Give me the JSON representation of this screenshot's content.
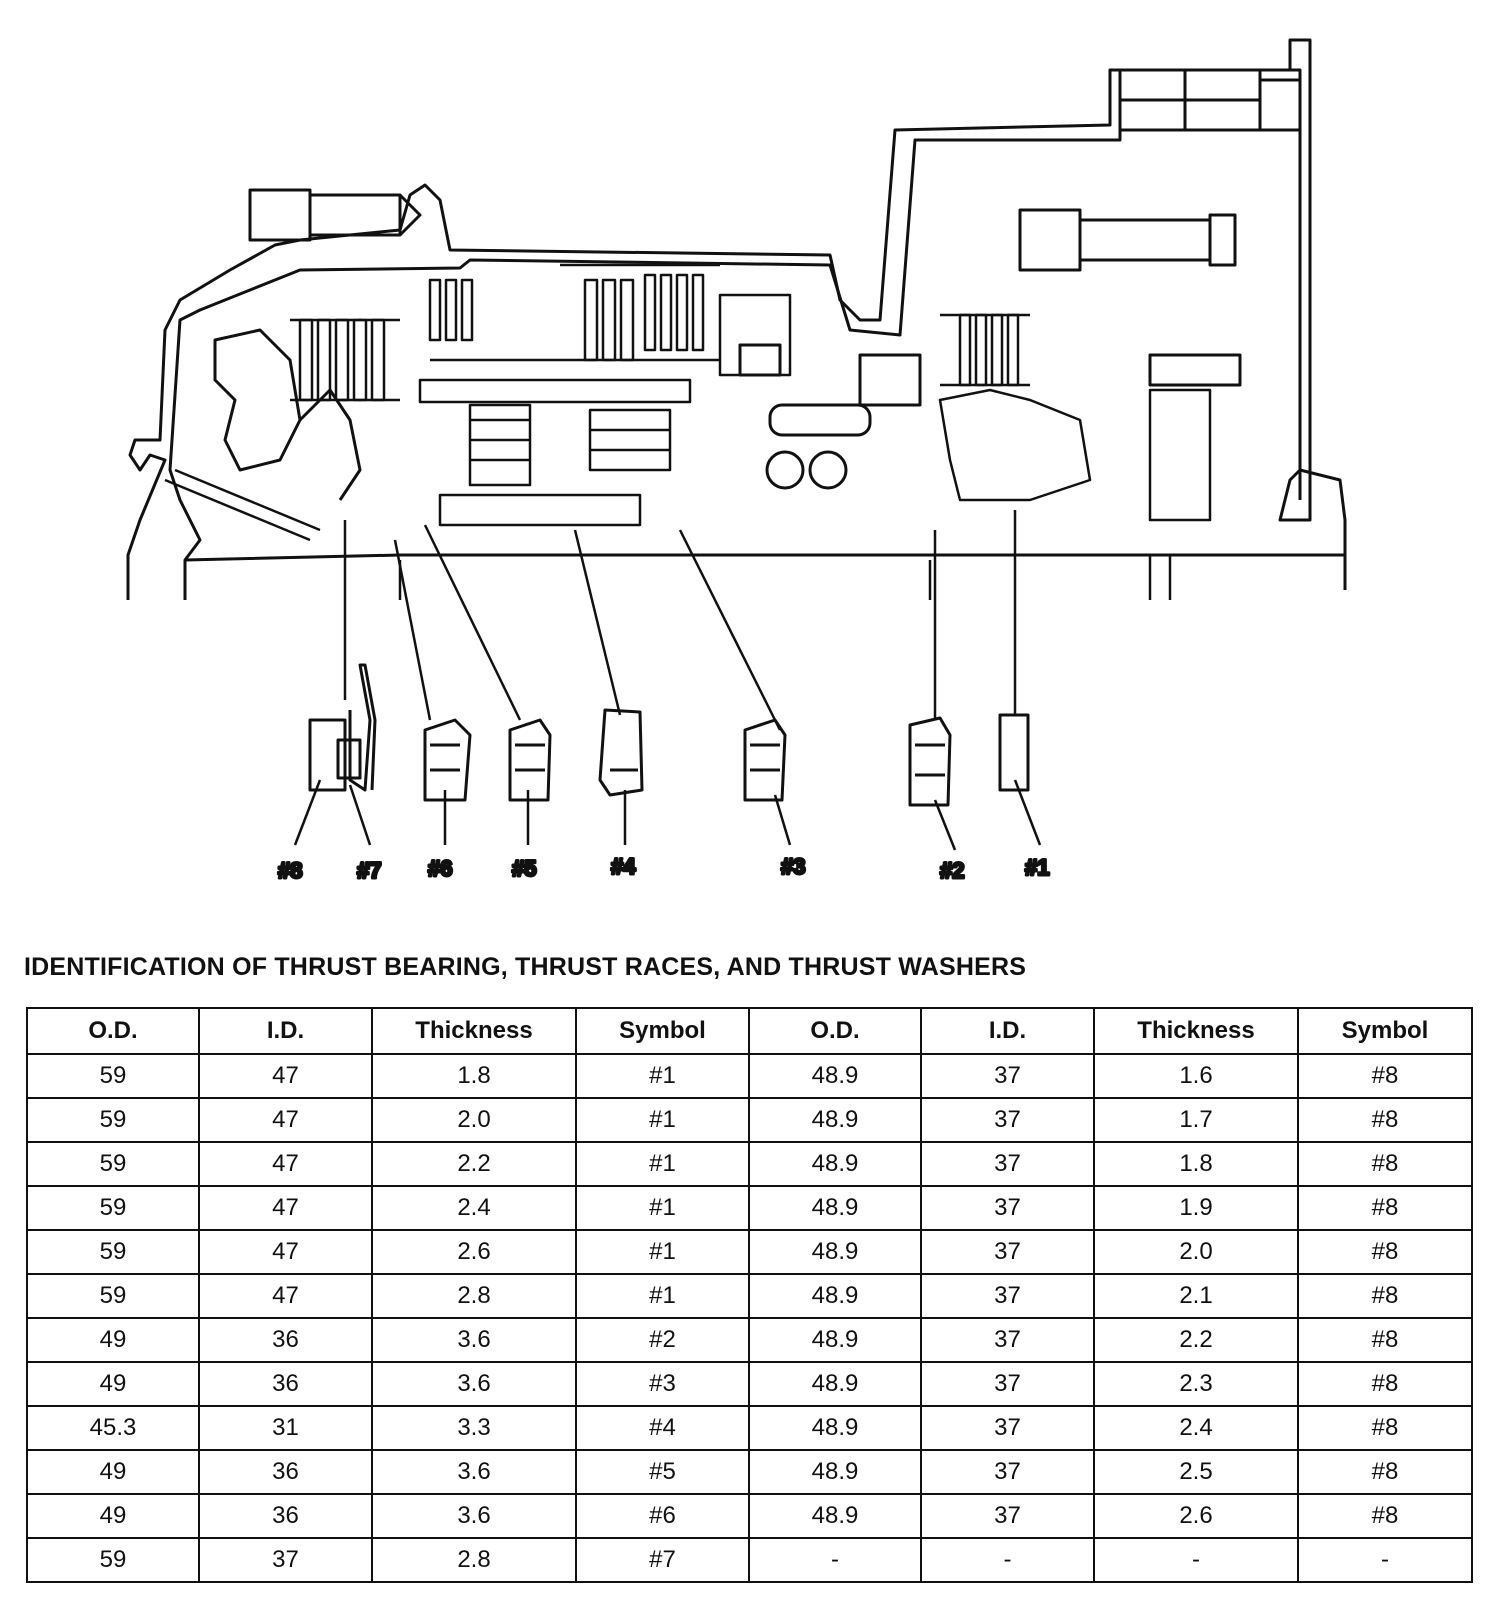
{
  "diagram": {
    "callouts": [
      "#8",
      "#7",
      "#6",
      "#5",
      "#4",
      "#3",
      "#2",
      "#1"
    ]
  },
  "table": {
    "title": "IDENTIFICATION OF THRUST BEARING, THRUST RACES, AND THRUST WASHERS",
    "headers": [
      "O.D.",
      "I.D.",
      "Thickness",
      "Symbol",
      "O.D.",
      "I.D.",
      "Thickness",
      "Symbol"
    ],
    "rows": [
      [
        "59",
        "47",
        "1.8",
        "#1",
        "48.9",
        "37",
        "1.6",
        "#8"
      ],
      [
        "59",
        "47",
        "2.0",
        "#1",
        "48.9",
        "37",
        "1.7",
        "#8"
      ],
      [
        "59",
        "47",
        "2.2",
        "#1",
        "48.9",
        "37",
        "1.8",
        "#8"
      ],
      [
        "59",
        "47",
        "2.4",
        "#1",
        "48.9",
        "37",
        "1.9",
        "#8"
      ],
      [
        "59",
        "47",
        "2.6",
        "#1",
        "48.9",
        "37",
        "2.0",
        "#8"
      ],
      [
        "59",
        "47",
        "2.8",
        "#1",
        "48.9",
        "37",
        "2.1",
        "#8"
      ],
      [
        "49",
        "36",
        "3.6",
        "#2",
        "48.9",
        "37",
        "2.2",
        "#8"
      ],
      [
        "49",
        "36",
        "3.6",
        "#3",
        "48.9",
        "37",
        "2.3",
        "#8"
      ],
      [
        "45.3",
        "31",
        "3.3",
        "#4",
        "48.9",
        "37",
        "2.4",
        "#8"
      ],
      [
        "49",
        "36",
        "3.6",
        "#5",
        "48.9",
        "37",
        "2.5",
        "#8"
      ],
      [
        "49",
        "36",
        "3.6",
        "#6",
        "48.9",
        "37",
        "2.6",
        "#8"
      ],
      [
        "59",
        "37",
        "2.8",
        "#7",
        "-",
        "-",
        "-",
        "-"
      ]
    ]
  }
}
